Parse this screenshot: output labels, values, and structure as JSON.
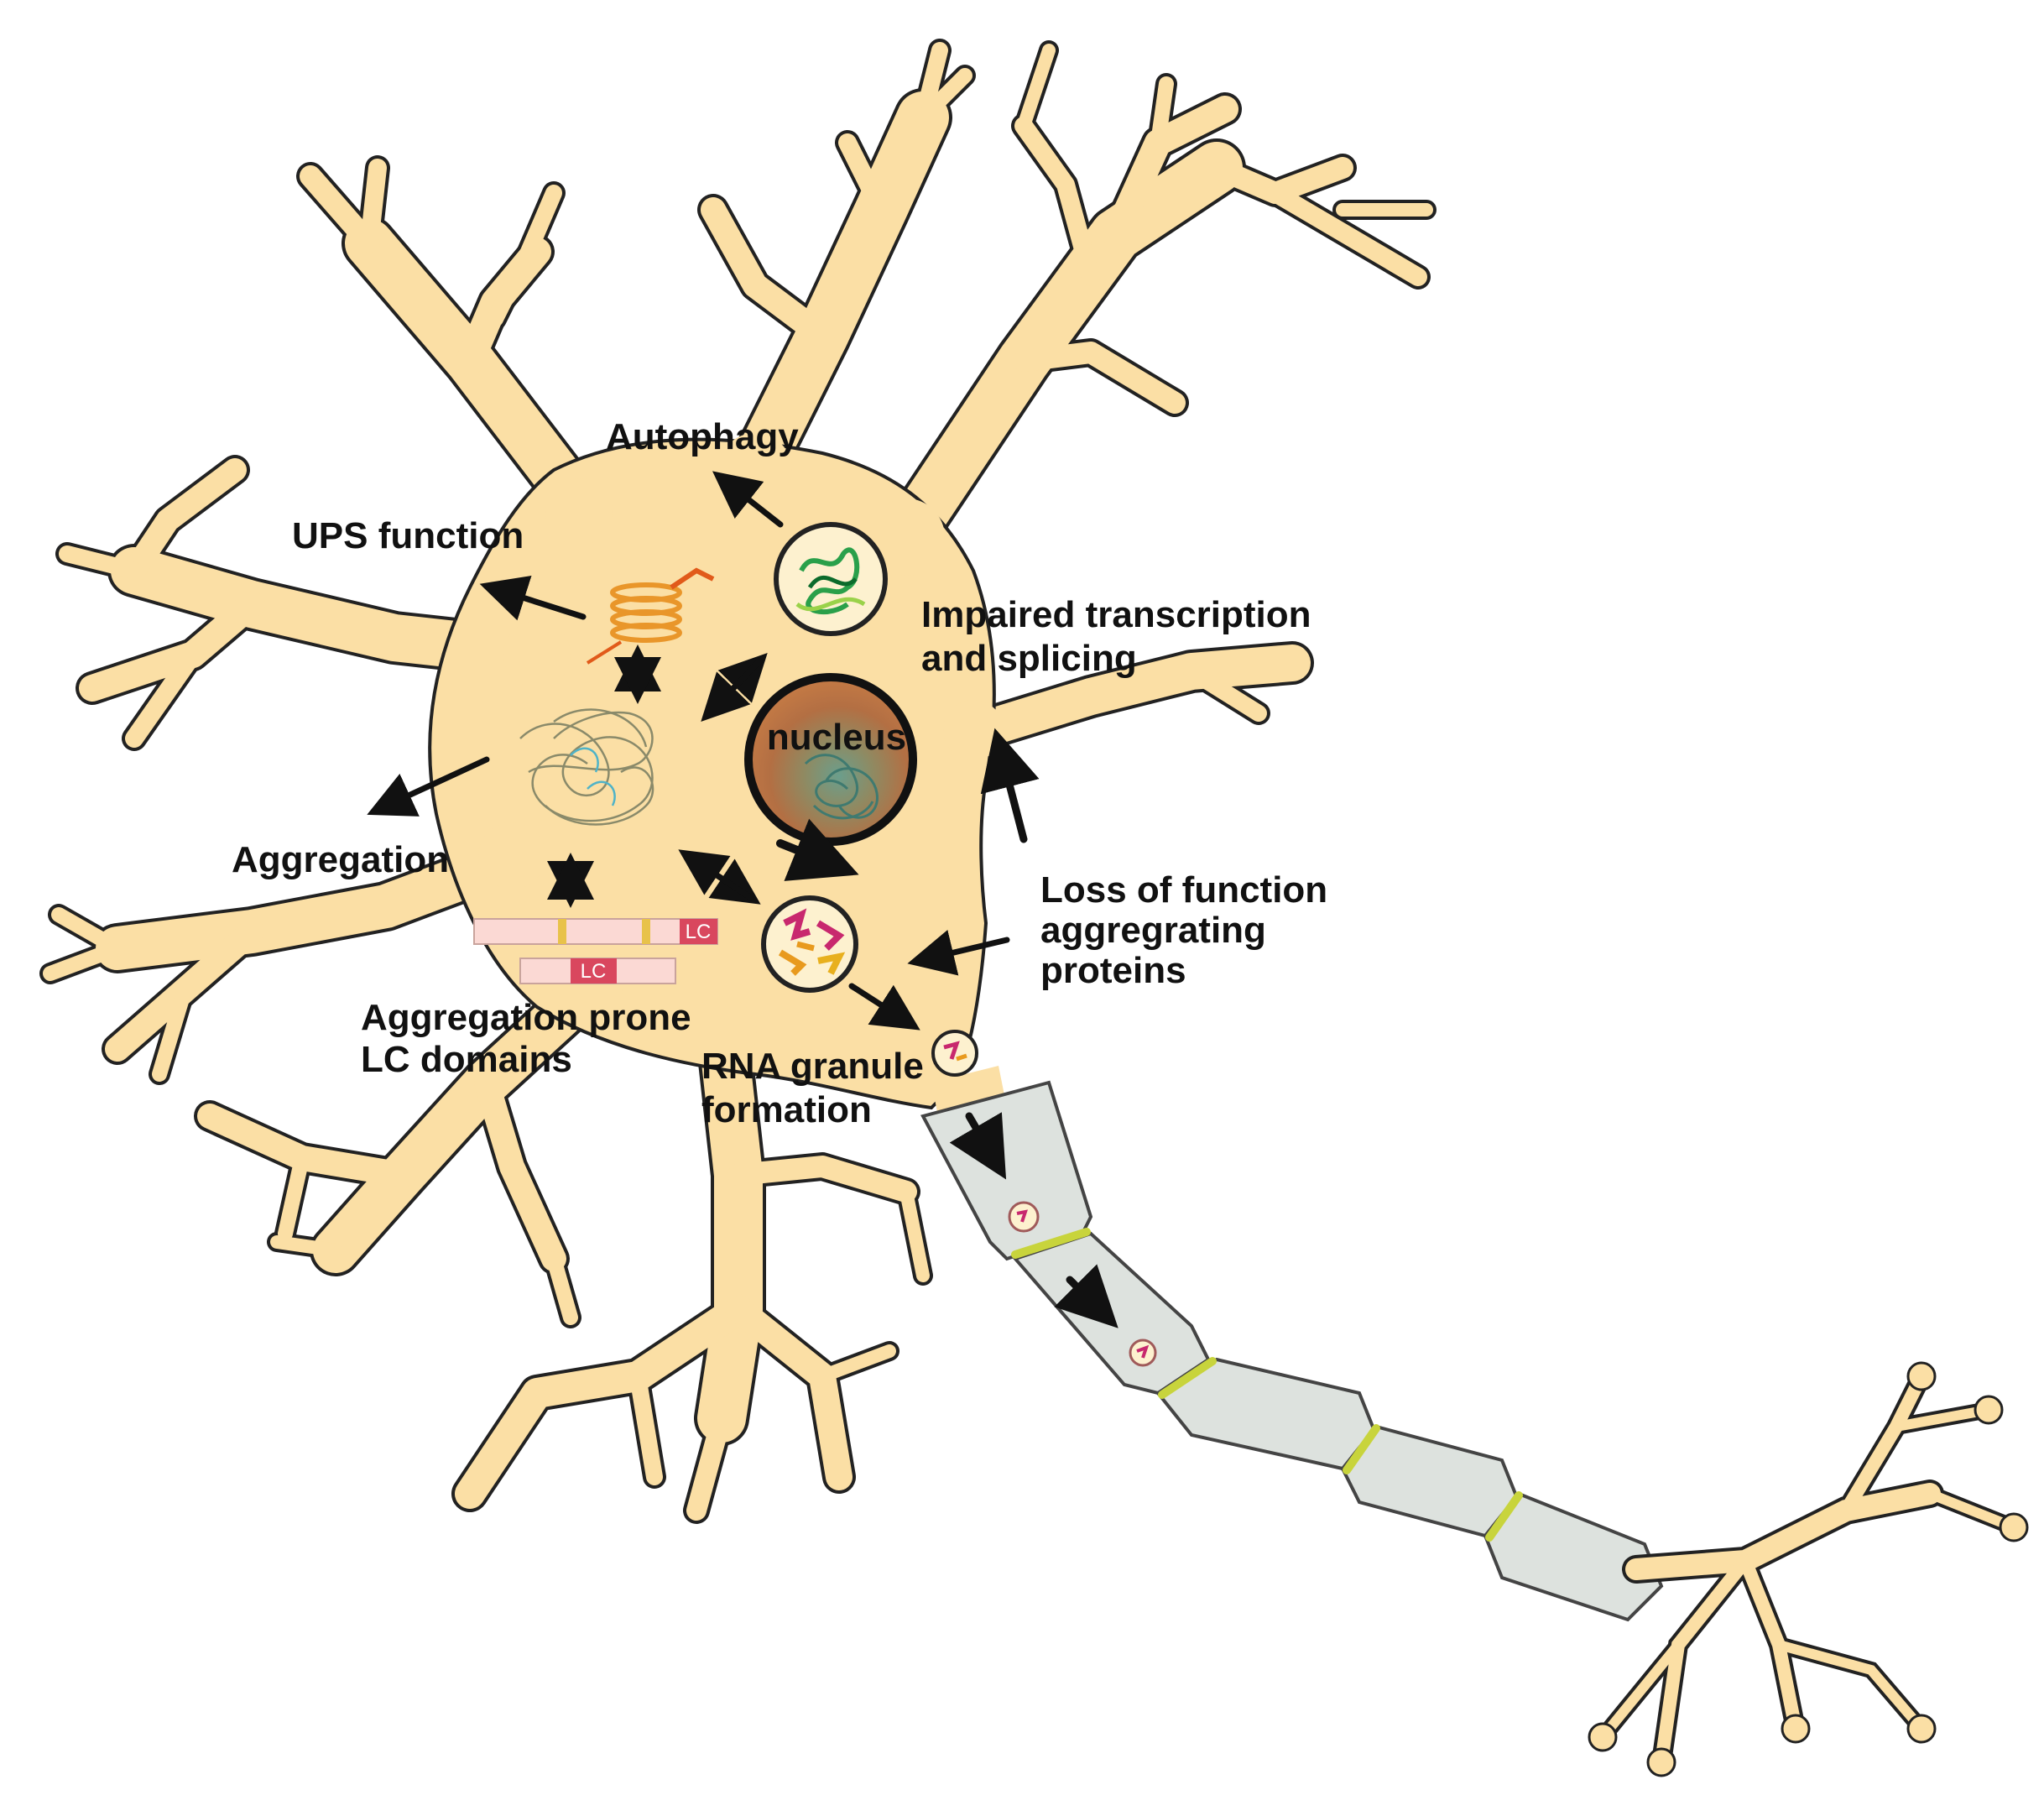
{
  "labels": {
    "autophagy": "Autophagy",
    "ups_function": "UPS function",
    "impaired_line1": "Impaired transcription",
    "impaired_line2": "and splicing",
    "nucleus": "nucleus",
    "aggregation": "Aggregation",
    "loss_line1": "Loss of function",
    "loss_line2": "aggregrating",
    "loss_line3": "proteins",
    "lc_domains_line1": "Aggregation prone",
    "lc_domains_line2": "LC domains",
    "rna_line1": "RNA granule",
    "rna_line2": "formation",
    "lc_tag": "LC"
  },
  "colors": {
    "cell_fill": "#fbdfa5",
    "cell_outline": "#222222",
    "axon_fill": "#dde2de",
    "node_ranvier": "#c8d43c",
    "nucleus_core": "#a96f47",
    "nucleus_chromatin": "#5a9a90",
    "arrow": "#111111",
    "lc_bar": "#fbd9d4",
    "lc_tag": "#d9475e"
  }
}
